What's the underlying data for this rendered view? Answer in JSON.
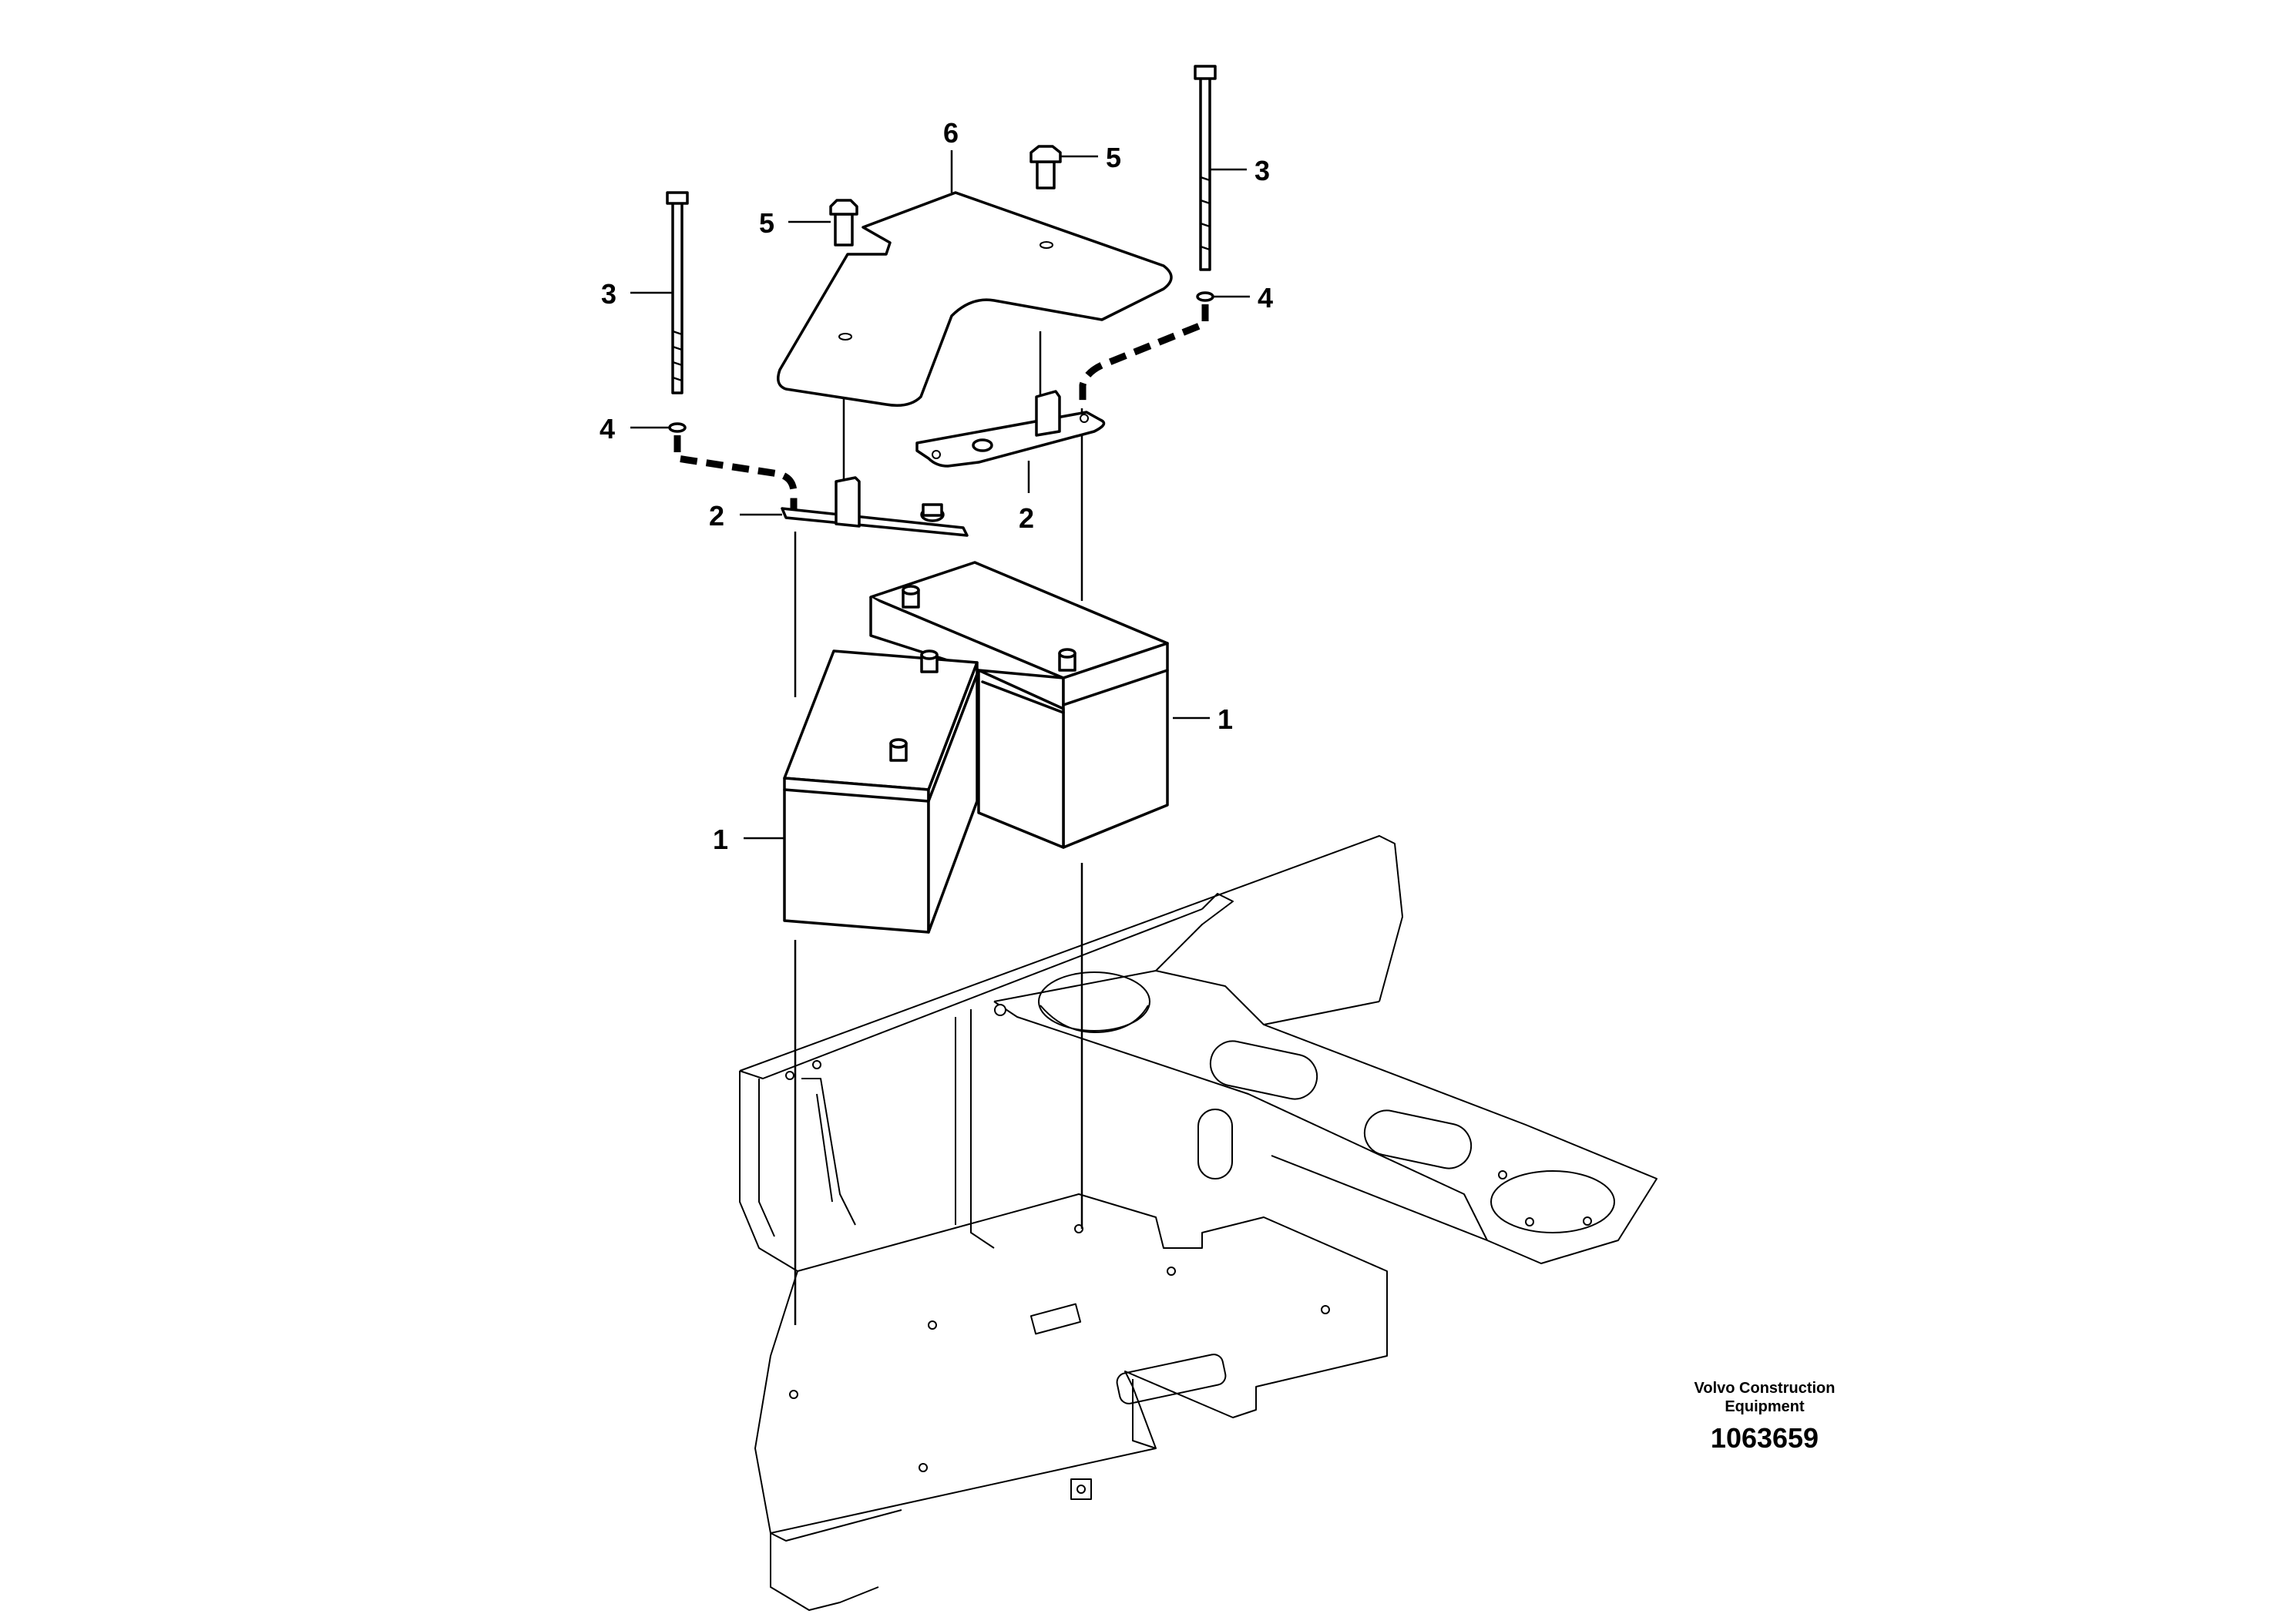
{
  "labels": {
    "battery_right": "1",
    "battery_left": "1",
    "clamp_left": "2",
    "clamp_right": "2",
    "rod_left": "3",
    "rod_right": "3",
    "washer_left": "4",
    "washer_right": "4",
    "screw_left": "5",
    "screw_right": "5",
    "cover": "6"
  },
  "caption": {
    "brand_line1": "Volvo Construction",
    "brand_line2": "Equipment",
    "drawing_number": "1063659"
  }
}
